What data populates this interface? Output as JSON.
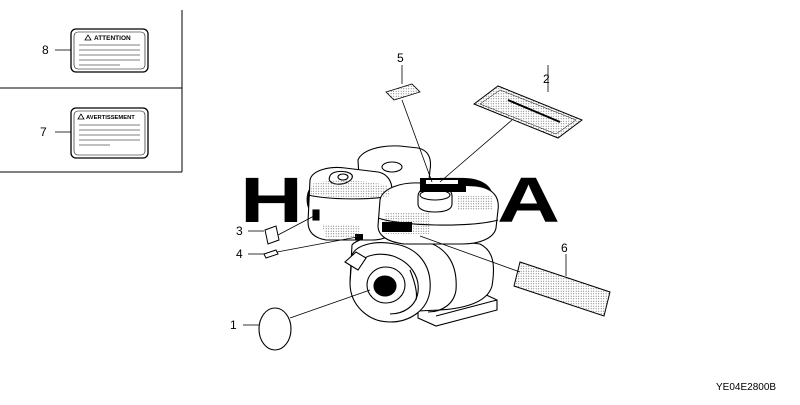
{
  "diagram": {
    "callouts": [
      {
        "id": "1",
        "text": "1"
      },
      {
        "id": "2",
        "text": "2"
      },
      {
        "id": "3",
        "text": "3"
      },
      {
        "id": "4",
        "text": "4"
      },
      {
        "id": "5",
        "text": "5"
      },
      {
        "id": "6",
        "text": "6"
      },
      {
        "id": "7",
        "text": "7"
      },
      {
        "id": "8",
        "text": "8"
      }
    ],
    "labels": {
      "attention": "ATTENTION",
      "avertissement": "AVERTISSEMENT"
    },
    "watermark": "HONDA",
    "diagram_code": "YE04E2800B",
    "colors": {
      "line": "#000000",
      "watermark_dots": "#9a9a9a",
      "label_dark": "#1a1a1a"
    }
  }
}
